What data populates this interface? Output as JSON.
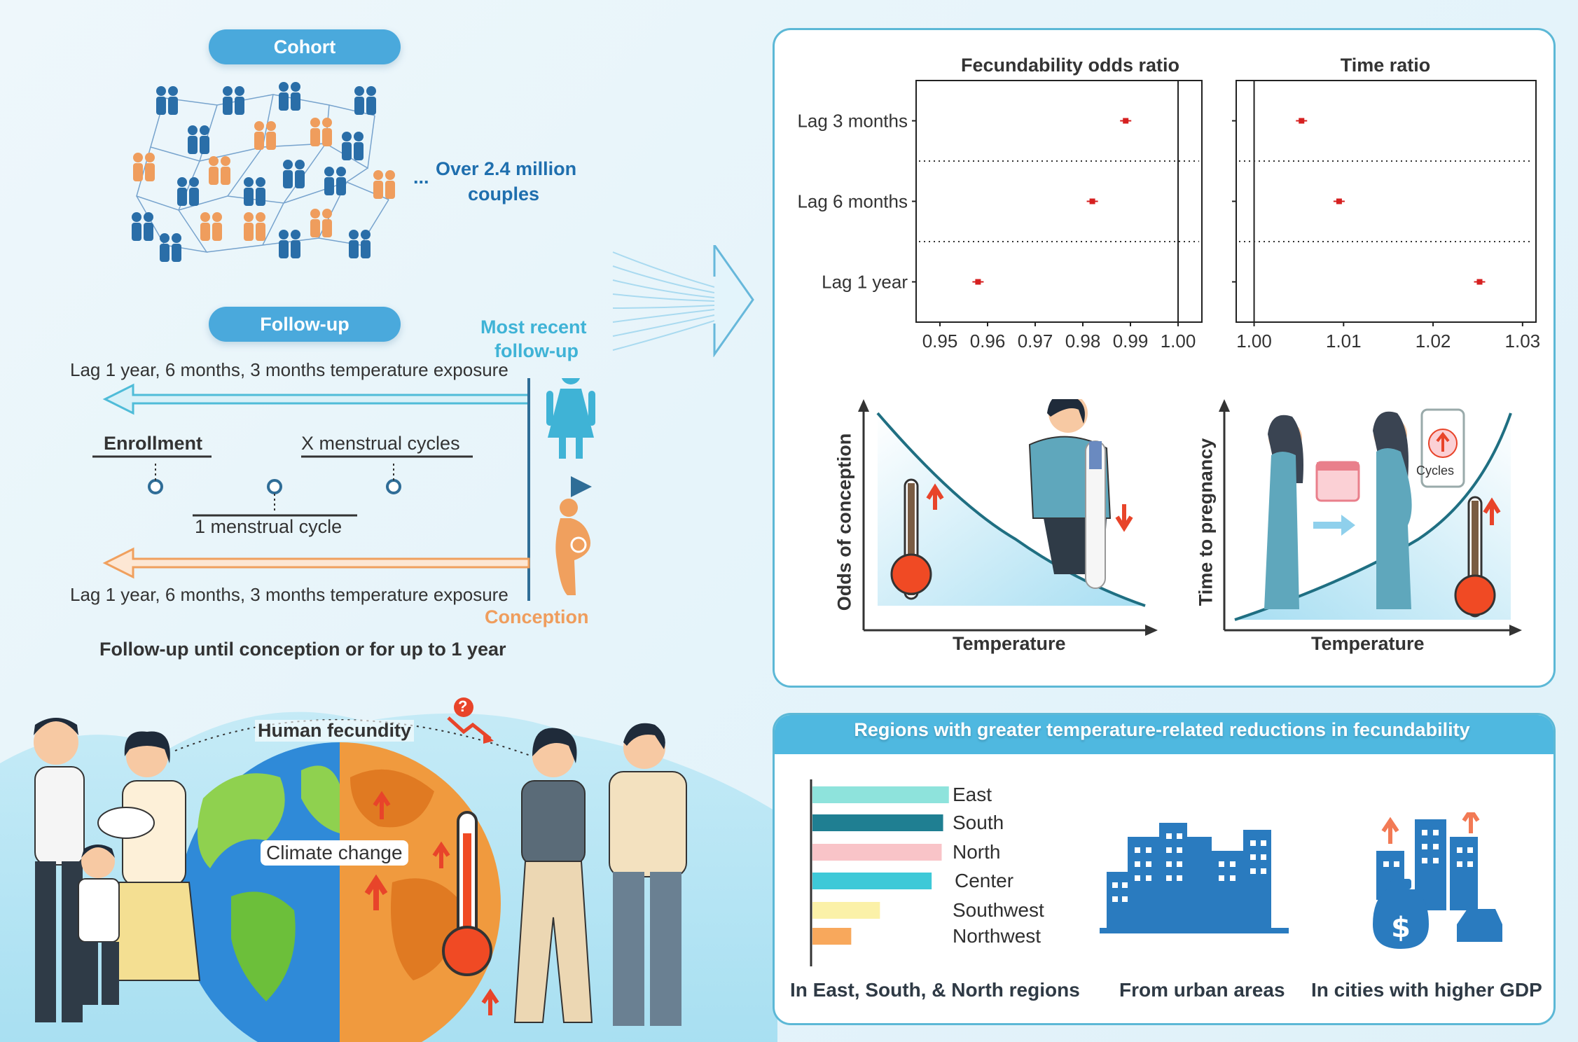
{
  "cohort": {
    "title": "Cohort",
    "count_text_line1": "Over 2.4 million",
    "count_text_line2": "couples",
    "ellipsis": "..."
  },
  "followup": {
    "title": "Follow-up",
    "most_recent_line1": "Most recent",
    "most_recent_line2": "follow-up",
    "exposure_top": "Lag 1 year, 6 months, 3 months temperature exposure",
    "exposure_bottom": "Lag 1 year, 6 months, 3 months temperature exposure",
    "enrollment": "Enrollment",
    "x_cycles": "X menstrual cycles",
    "one_cycle": "1 menstrual cycle",
    "conception": "Conception",
    "until_text": "Follow-up until conception or for up to 1 year"
  },
  "illustration": {
    "human_fecundity": "Human fecundity",
    "climate_change": "Climate change",
    "question_mark": "?"
  },
  "chart_data": [
    {
      "type": "scatter",
      "title": "Fecundability odds ratio",
      "categories": [
        "Lag 3 months",
        "Lag 6 months",
        "Lag 1 year"
      ],
      "values": [
        0.989,
        0.982,
        0.958
      ],
      "xlim": [
        0.945,
        1.005
      ],
      "xticks": [
        "0.95",
        "0.96",
        "0.97",
        "0.98",
        "0.99",
        "1.00"
      ],
      "reference_line": 1.0,
      "marker_color": "#d62020"
    },
    {
      "type": "scatter",
      "title": "Time ratio",
      "categories": [
        "Lag 3 months",
        "Lag 6 months",
        "Lag 1 year"
      ],
      "values": [
        1.0053,
        1.0095,
        1.0252
      ],
      "xlim": [
        0.998,
        1.0315
      ],
      "xticks": [
        "1.00",
        "1.01",
        "1.02",
        "1.03"
      ],
      "reference_line": 1.0,
      "marker_color": "#d62020"
    },
    {
      "type": "bar",
      "title": "Regions with greater temperature-related reductions in fecundability",
      "categories": [
        "East",
        "South",
        "North",
        "Center",
        "Southwest",
        "Northwest"
      ],
      "values": [
        0.95,
        0.91,
        0.9,
        0.83,
        0.47,
        0.27
      ],
      "colors": [
        "#8ee3dc",
        "#1f7f92",
        "#f9c4c8",
        "#3ec9d8",
        "#fbf1a8",
        "#f8a85c"
      ]
    }
  ],
  "concept": {
    "left_ylabel": "Odds of conception",
    "left_xlabel": "Temperature",
    "right_ylabel": "Time to pregnancy",
    "right_xlabel": "Temperature",
    "cycles_label": "Cycles"
  },
  "regions": {
    "caption_bars": "In East, South, & North regions",
    "caption_urban": "From urban areas",
    "caption_gdp": "In cities with higher GDP"
  },
  "colors": {
    "accent_blue": "#4aa9dc",
    "dark_blue": "#2f6d97",
    "orange": "#ef9d5d",
    "panel_border": "#5cb8d6",
    "marker_red": "#d62020"
  }
}
